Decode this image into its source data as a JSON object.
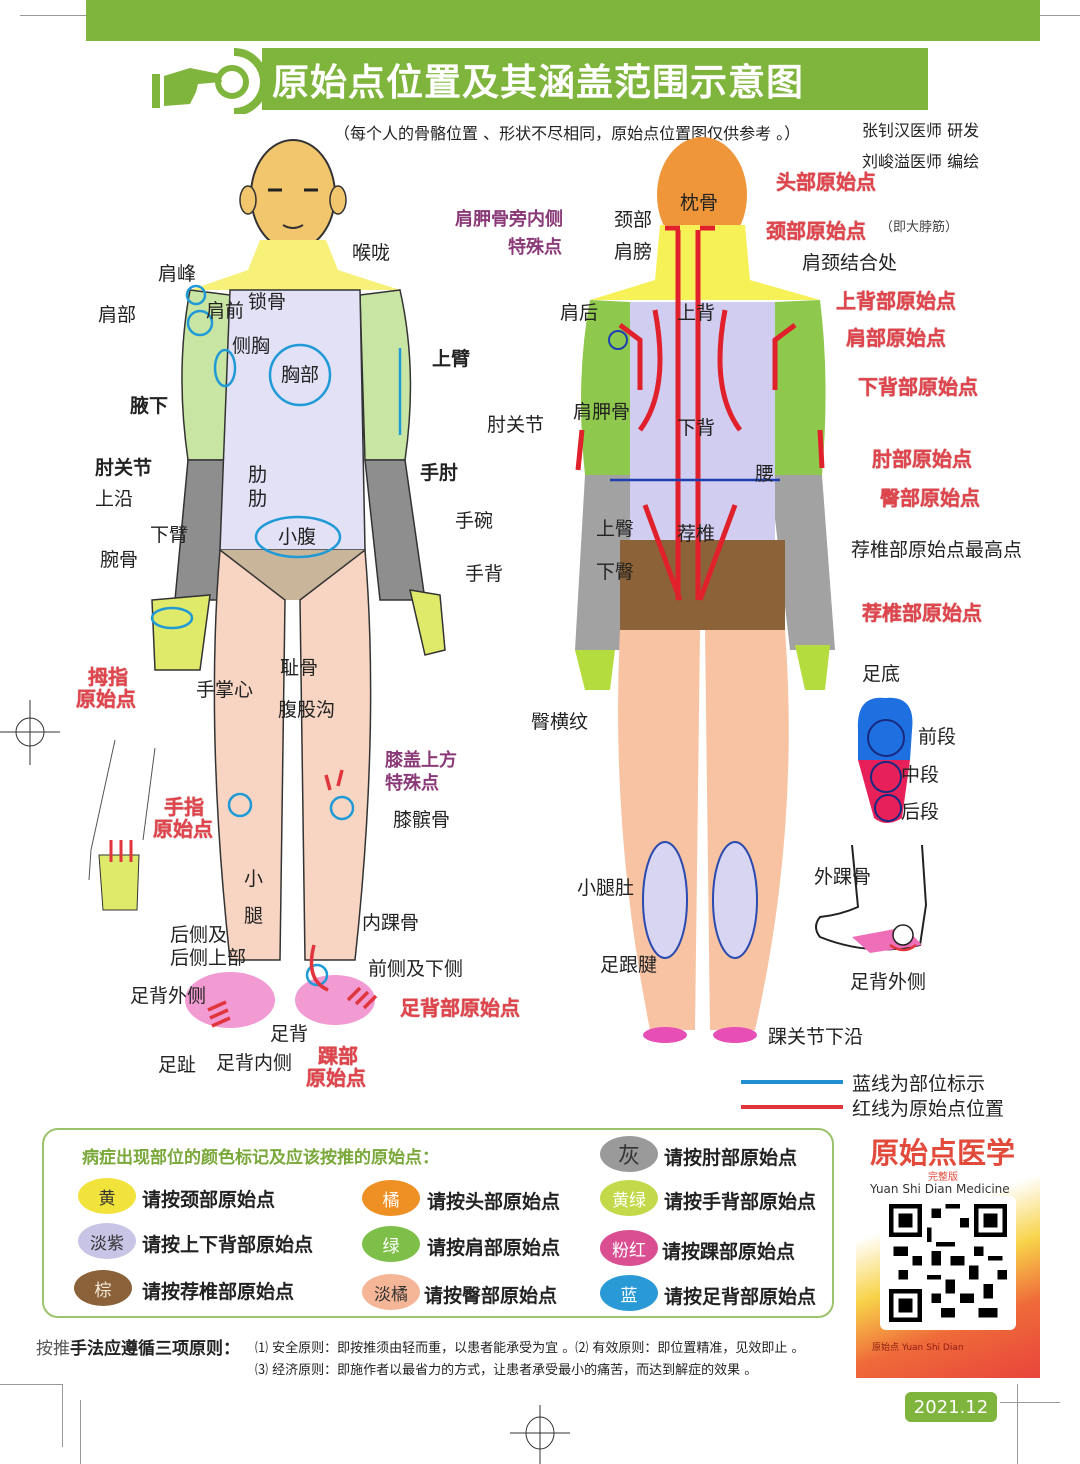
{
  "header": {
    "title": "原始点位置及其涵盖范围示意图",
    "subtitle": "（每个人的骨骼位置 、形状不尽相同，原始点位置图仅供参考 。）",
    "author_research": "张钊汉医师 研发",
    "author_illustration": "刘峻溢医师 编绘",
    "icon": "pointing-hand-target-icon"
  },
  "front_figure": {
    "labels": {
      "throat": "喉咙",
      "acromion": "肩峰",
      "shoulder": "肩部",
      "front_shoulder": "肩前",
      "clavicle": "锁骨",
      "side_chest": "侧胸",
      "chest": "胸部",
      "upper_arm": "上臂",
      "armpit": "腋下",
      "elbow_upper_edge_1": "肘关节",
      "elbow_upper_edge_2": "上沿",
      "elbow": "手肘",
      "ribs_1": "肋",
      "ribs_2": "肋",
      "lower_abdomen": "小腹",
      "forearm": "下臂",
      "wrist": "手碗",
      "wrist_bone": "腕骨",
      "back_of_hand": "手背",
      "palm_center": "手掌心",
      "pubic_bone": "耻骨",
      "groin": "腹股沟",
      "above_knee_1": "膝盖上方",
      "above_knee_2": "特殊点",
      "kneecap": "膝髌骨",
      "calf_1": "小",
      "calf_2": "腿",
      "posterior_1": "后侧及",
      "posterior_2": "后侧上部",
      "medial_malleolus": "内踝骨",
      "front_and_below": "前侧及下侧",
      "lateral_instep": "足背外侧",
      "instep": "足背",
      "toes": "足趾",
      "medial_instep": "足背内侧"
    },
    "origin_points": {
      "thumb_1": "拇指",
      "thumb_2": "原始点",
      "finger_1": "手指",
      "finger_2": "原始点",
      "instep": "足背部原始点",
      "ankle_1": "踝部",
      "ankle_2": "原始点"
    }
  },
  "back_figure": {
    "labels": {
      "occipital": "枕骨",
      "neck": "颈部",
      "shoulder_blade_top": "肩膀",
      "shoulder_neck_junction": "肩颈结合处",
      "rear_shoulder": "肩后",
      "upper_back": "上背",
      "scapula": "肩胛骨",
      "lower_back": "下背",
      "elbow_joint": "肘关节",
      "waist": "腰",
      "upper_buttock": "上臀",
      "sacrum": "荐椎",
      "lower_buttock": "下臀",
      "sacrum_highest": "荐椎部原始点最高点",
      "gluteal_fold": "臀横纹",
      "calf_belly": "小腿肚",
      "achilles": "足跟腱",
      "ankle_lower_edge": "踝关节下沿",
      "scapula_special_1": "肩胛骨旁内侧",
      "scapula_special_2": "特殊点",
      "trapezius_note": "（即大脖筋）"
    },
    "origin_points": {
      "head": "头部原始点",
      "neck": "颈部原始点",
      "upper_back": "上背部原始点",
      "shoulder": "肩部原始点",
      "lower_back": "下背部原始点",
      "elbow": "肘部原始点",
      "buttock": "臀部原始点",
      "sacrum": "荐椎部原始点"
    }
  },
  "sole_figure": {
    "title": "足底",
    "front": "前段",
    "middle": "中段",
    "rear": "后段"
  },
  "side_foot_figure": {
    "lateral_malleolus": "外踝骨",
    "lateral_instep": "足背外侧"
  },
  "line_legend": {
    "blue": {
      "label": "蓝线为部位标示",
      "color": "#1f8fd0"
    },
    "red": {
      "label": "红线为原始点位置",
      "color": "#e0353d"
    }
  },
  "color_legend": {
    "heading": "病症出现部位的颜色标记及应该按推的原始点：",
    "items": [
      {
        "chip": "黄",
        "text": "请按颈部原始点",
        "color": "#f1e23c"
      },
      {
        "chip": "淡紫",
        "text": "请按上下背部原始点",
        "color": "#c8c4e6"
      },
      {
        "chip": "棕",
        "text": "请按荐椎部原始点",
        "color": "#8a6138"
      },
      {
        "chip": "橘",
        "text": "请按头部原始点",
        "color": "#ef9025"
      },
      {
        "chip": "绿",
        "text": "请按肩部原始点",
        "color": "#7ebf4a"
      },
      {
        "chip": "淡橘",
        "text": "请按臀部原始点",
        "color": "#f5b597"
      },
      {
        "chip": "灰",
        "text": "请按肘部原始点",
        "color": "#9a9a9a"
      },
      {
        "chip": "黄绿",
        "text": "请按手背部原始点",
        "color": "#c3d94a"
      },
      {
        "chip": "粉红",
        "text": "请按踝部原始点",
        "color": "#d94f92"
      },
      {
        "chip": "蓝",
        "text": "请按足背部原始点",
        "color": "#2a9ad6"
      }
    ]
  },
  "principles": {
    "lead_light": "按推",
    "lead_bold": "手法应遵循三项原则：",
    "line1": "⑴ 安全原则：即按推须由轻而重，以患者能承受为宜 。⑵ 有效原则：即位置精准，见效即止 。",
    "line2": "⑶ 经济原则：即施作者以最省力的方式，让患者承受最小的痛苦，而达到解症的效果 。"
  },
  "promo": {
    "title": "原始点医学",
    "edition": "完整版",
    "english": "Yuan Shi Dian Medicine",
    "qr_icon": "qr-code-icon",
    "footer": "原始点 Yuan Shi Dian"
  },
  "date": "2021.12",
  "colors": {
    "brand_green": "#7fb53c",
    "origin_red": "#e0454d",
    "special_purple": "#8a3a78",
    "marker_blue": "#1f8fd0"
  }
}
